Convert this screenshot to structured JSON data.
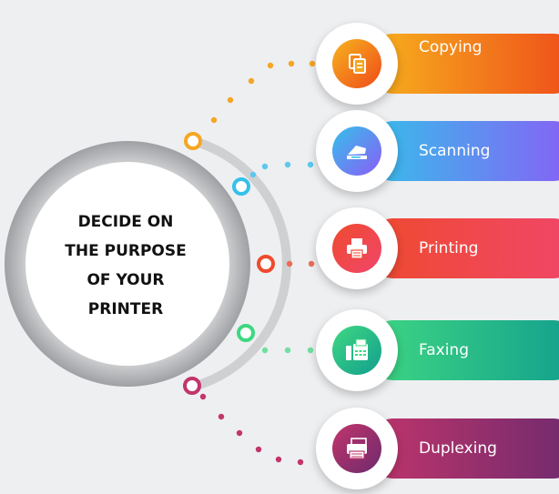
{
  "center": {
    "lines": [
      "DECIDE ON",
      "THE PURPOSE",
      "OF YOUR",
      "PRINTER"
    ]
  },
  "items": [
    {
      "label": "Copying",
      "icon": "copy-icon",
      "color_start": "#f7b41e",
      "color_end": "#ef4a1a"
    },
    {
      "label": "Scanning",
      "icon": "scanner-icon",
      "color_start": "#34c1ea",
      "color_end": "#8b5cf6"
    },
    {
      "label": "Printing",
      "icon": "printer-icon",
      "color_start": "#ef4a2e",
      "color_end": "#f0466b"
    },
    {
      "label": "Faxing",
      "icon": "fax-icon",
      "color_start": "#3fd882",
      "color_end": "#129e8e"
    },
    {
      "label": "Duplexing",
      "icon": "duplex-icon",
      "color_start": "#c2356b",
      "color_end": "#6d2a6e"
    }
  ]
}
